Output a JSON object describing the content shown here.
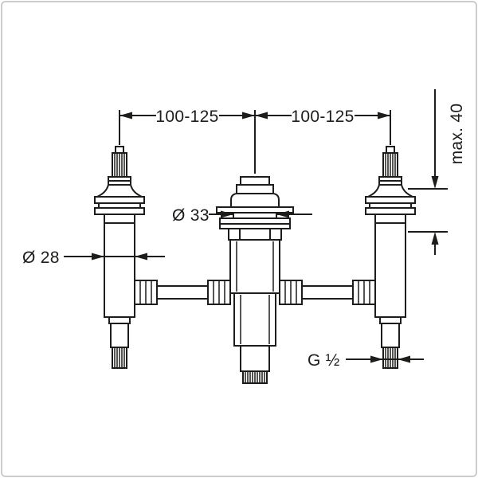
{
  "labels": {
    "top_left_span": "100-125",
    "top_right_span": "100-125",
    "max_depth": "max. 40",
    "center_diameter": "Ø 33",
    "valve_diameter": "Ø 28",
    "outlet_thread": "G ½"
  },
  "colors": {
    "line": "#1d1d1b",
    "background": "#ffffff",
    "border": "#cccccc"
  }
}
